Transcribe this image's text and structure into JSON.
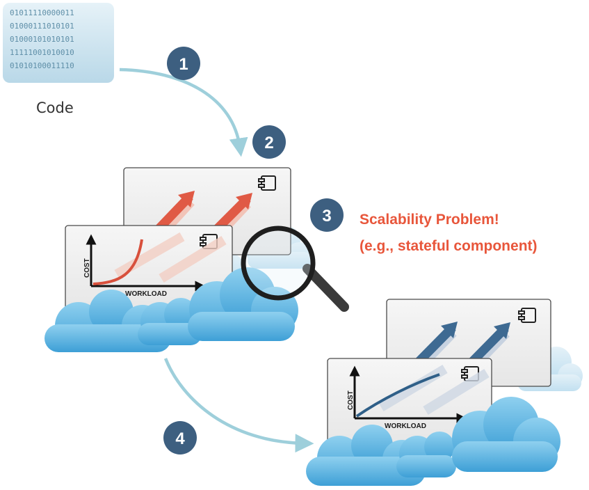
{
  "code": {
    "lines": [
      "01011110000011",
      "01000111010101",
      "01000101010101",
      "11111001010010",
      "01010100011110"
    ],
    "caption": "Code"
  },
  "steps": [
    "1",
    "2",
    "3",
    "4"
  ],
  "problem": {
    "line1": "Scalability Problem!",
    "line2": "(e.g., stateful component)",
    "color": "#e8563b"
  },
  "before_chart": {
    "ylabel": "COST",
    "xlabel": "WORKLOAD",
    "curve": "exponential",
    "arrow_color": "#e05a45"
  },
  "after_chart": {
    "ylabel": "COST",
    "xlabel": "WORKLOAD",
    "curve": "sublinear",
    "arrow_color": "#3e6a92"
  },
  "colors": {
    "step_badge": "#3d5f80",
    "flow_arrow": "#9ecfdb",
    "cloud": "#5eb1de"
  },
  "icons": [
    "component-icon",
    "magnifying-glass-icon",
    "cloud-icon"
  ]
}
